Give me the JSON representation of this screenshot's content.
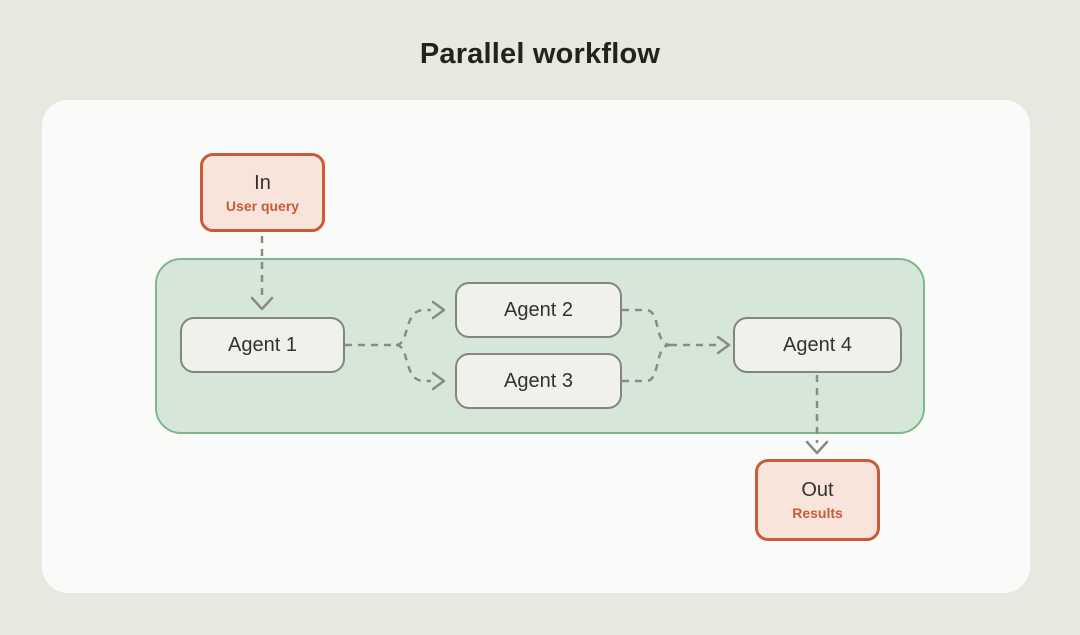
{
  "title": "Parallel workflow",
  "colors": {
    "page_bg": "#e8e8e1",
    "card_bg": "#fafaf8",
    "group_bg": "#d6e7da",
    "group_border": "#7db88a",
    "agent_bg": "#f1f1ec",
    "agent_border": "#85857f",
    "io_bg": "#f8e4db",
    "io_border": "#c75b3a",
    "io_accent_text": "#c75b3a",
    "connector": "#8a8a84",
    "text_dark": "#33332e",
    "title_text": "#23231d"
  },
  "nodes": {
    "input": {
      "label": "In",
      "sublabel": "User query"
    },
    "agent1": {
      "label": "Agent 1"
    },
    "agent2": {
      "label": "Agent 2"
    },
    "agent3": {
      "label": "Agent 3"
    },
    "agent4": {
      "label": "Agent 4"
    },
    "output": {
      "label": "Out",
      "sublabel": "Results"
    }
  }
}
